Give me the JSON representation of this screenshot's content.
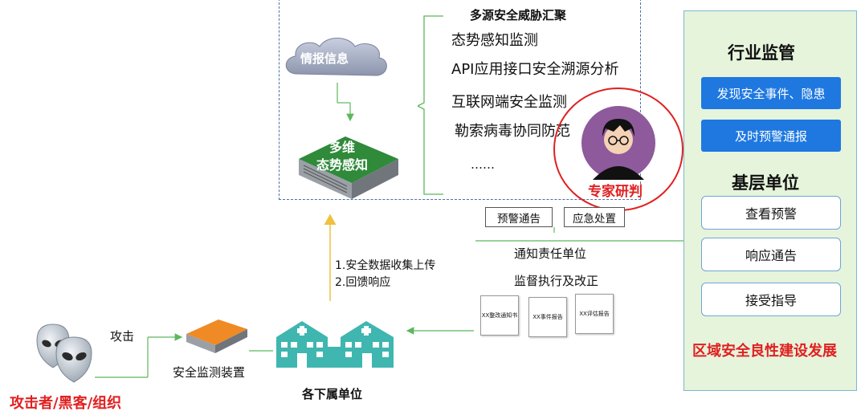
{
  "center": {
    "intel_cloud_label": "情报信息",
    "device_label_line1": "多维",
    "device_label_line2": "态势感知"
  },
  "sources": {
    "title": "多源安全威胁汇聚",
    "items": [
      "态势感知监测",
      "API应用接口安全溯源分析",
      "互联网端安全监测",
      "勒索病毒协同防范",
      "……"
    ]
  },
  "expert": {
    "label": "专家研判"
  },
  "panel": {
    "industry_title": "行业监管",
    "industry_buttons": [
      "发现安全事件、隐患",
      "及时预警通报"
    ],
    "grassroots_title": "基层单位",
    "grassroots_buttons": [
      "查看预警",
      "响应通告",
      "接受指导"
    ],
    "footer": "区域安全良性建设发展"
  },
  "actions": {
    "warning": "预警通告",
    "emergency": "应急处置"
  },
  "notify": {
    "line1": "通知责任单位",
    "line2": "监督执行及改正"
  },
  "docs": [
    "XX整改通知书",
    "XX事件报告",
    "XX评估报告"
  ],
  "upload": {
    "line1": "1.安全数据收集上传",
    "line2": "2.回馈响应"
  },
  "bottom": {
    "attack_label": "攻击",
    "monitor_device": "安全监测装置",
    "units": "各下属单位",
    "attackers": "攻击者/黑客/组织"
  }
}
